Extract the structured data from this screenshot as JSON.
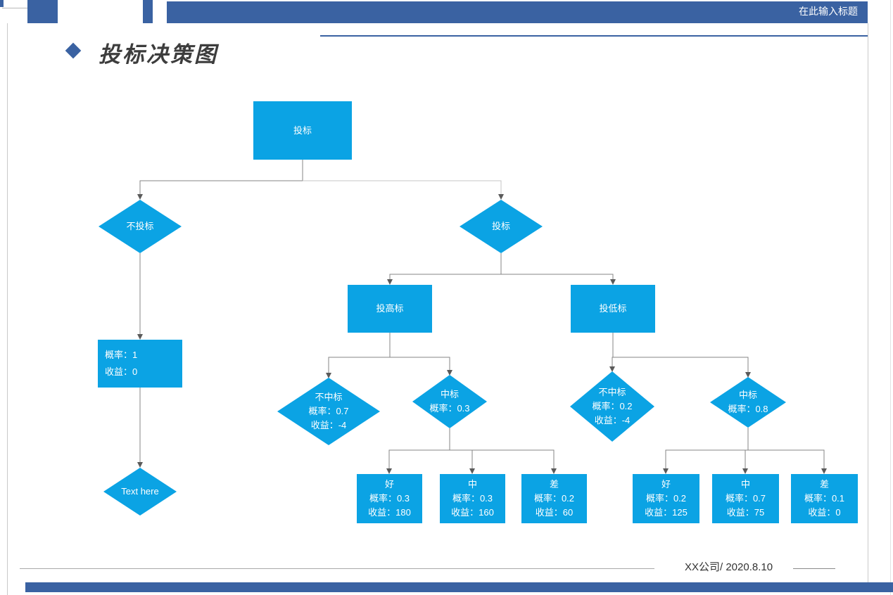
{
  "header": {
    "title_placeholder": "在此输入标题"
  },
  "title": {
    "text": "投标决策图"
  },
  "footer": {
    "company_date": "XX公司/ 2020.8.10"
  },
  "colors": {
    "accent_blue": "#3a62a2",
    "node_cyan": "#0ba3e4",
    "node_text": "#ffffff",
    "connector_gray": "#868686"
  },
  "diagram": {
    "root": {
      "label": "投标"
    },
    "no_bid": {
      "label": "不投标"
    },
    "bid": {
      "label": "投标"
    },
    "no_bid_outcome": {
      "lines": [
        "概率：1",
        "收益：0"
      ]
    },
    "no_bid_end": {
      "label": "Text here"
    },
    "bid_high": {
      "label": "投高标"
    },
    "bid_low": {
      "label": "投低标"
    },
    "high_lose": {
      "lines": [
        "不中标",
        "概率：0.7",
        "收益：-4"
      ]
    },
    "high_win": {
      "lines": [
        "中标",
        "概率：0.3"
      ]
    },
    "low_lose": {
      "lines": [
        "不中标",
        "概率：0.2",
        "收益：-4"
      ]
    },
    "low_win": {
      "lines": [
        "中标",
        "概率：0.8"
      ]
    },
    "high_outcomes": [
      {
        "lines": [
          "好",
          "概率：0.3",
          "收益：180"
        ]
      },
      {
        "lines": [
          "中",
          "概率：0.3",
          "收益：160"
        ]
      },
      {
        "lines": [
          "差",
          "概率：0.2",
          "收益：60"
        ]
      }
    ],
    "low_outcomes": [
      {
        "lines": [
          "好",
          "概率：0.2",
          "收益：125"
        ]
      },
      {
        "lines": [
          "中",
          "概率：0.7",
          "收益：75"
        ]
      },
      {
        "lines": [
          "差",
          "概率：0.1",
          "收益：0"
        ]
      }
    ]
  }
}
